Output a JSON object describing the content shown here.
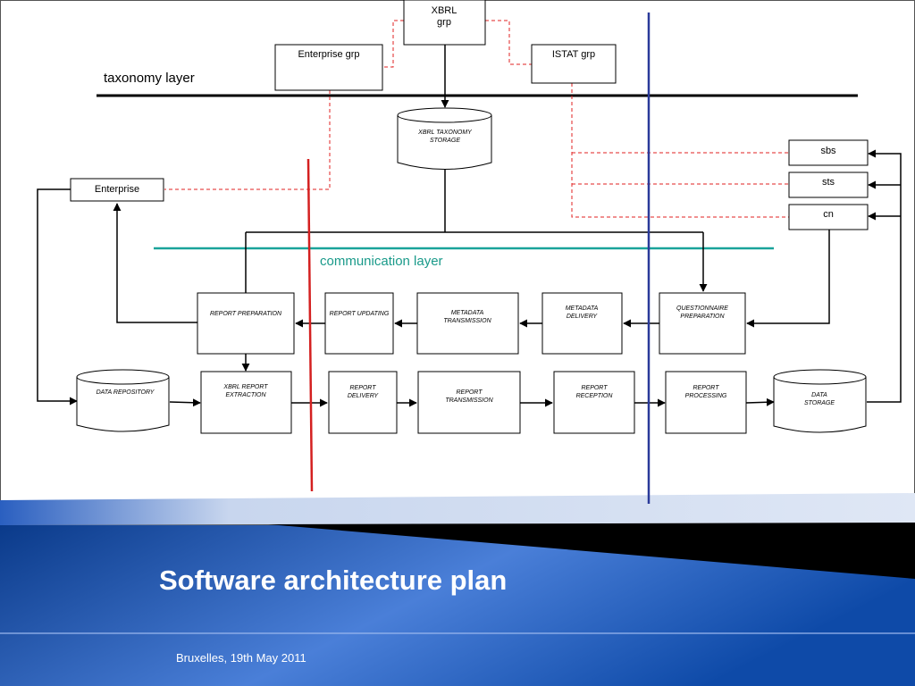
{
  "slide": {
    "title": "Software architecture plan",
    "subtitle": "Bruxelles,  19th May  2011"
  },
  "diagram": {
    "layers": {
      "taxonomy": "taxonomy layer",
      "communication": "communication layer"
    },
    "colors": {
      "taxonomy_line": "#000000",
      "communication_line": "#1aa39a",
      "red_divider": "#d42020",
      "blue_divider": "#2a3a9a",
      "dashed_links": "#e02020",
      "footer_dark": "#0a3a8a",
      "footer_light": "#5a8fe0"
    },
    "nodes": {
      "xbrl_grp": [
        "XBRL",
        "grp"
      ],
      "enterprise_grp": "Enterprise grp",
      "istat_grp": "ISTAT grp",
      "xbrl_taxonomy_storage": [
        "XBRL TAXONOMY",
        "STORAGE"
      ],
      "sbs": "sbs",
      "sts": "sts",
      "cn": "cn",
      "enterprise": "Enterprise",
      "report_preparation": "REPORT PREPARATION",
      "report_updating": "REPORT UPDATING",
      "metadata_transmission": [
        "METADATA",
        "TRANSMISSION"
      ],
      "metadata_delivery": [
        "METADATA",
        "DELIVERY"
      ],
      "questionnaire_preparation": [
        "QUESTIONNAIRE",
        "PREPARATION"
      ],
      "data_repository": "DATA REPOSITORY",
      "xbrl_report_extraction": [
        "XBRL REPORT",
        "EXTRACTION"
      ],
      "report_delivery": [
        "REPORT",
        "DELIVERY"
      ],
      "report_transmission": [
        "REPORT",
        "TRANSMISSION"
      ],
      "report_reception": [
        "REPORT",
        "RECEPTION"
      ],
      "report_processing": [
        "REPORT",
        "PROCESSING"
      ],
      "data_storage": [
        "DATA",
        "STORAGE"
      ]
    }
  }
}
